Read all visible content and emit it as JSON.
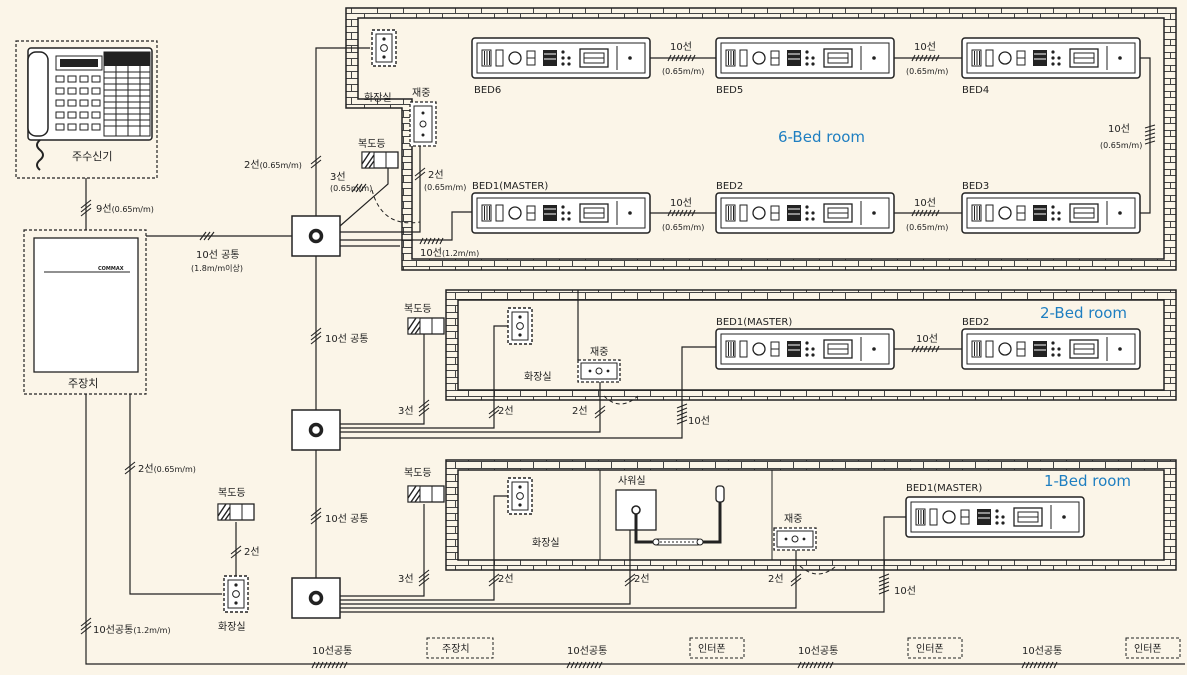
{
  "colors": {
    "background": "#fbf5e8",
    "line": "#222222",
    "room_title": "#1f7fc1",
    "wall": "#222222",
    "panel_fill": "#ffffff"
  },
  "devices": {
    "master_phone_label": "주수신기",
    "main_unit_label": "주장치",
    "main_unit_brand": "COMMAX"
  },
  "links": {
    "phone_to_main": "9선",
    "phone_to_main_spec": "(0.65m/m)",
    "main_common": "10선 공통",
    "main_common_spec": "(1.8m/m이상)",
    "junction_to_toilet": "2선",
    "junction_to_toilet_spec": "(0.65m/m)",
    "left_bottom": "2선",
    "left_bottom_spec": "(0.65m/m)",
    "bottom_bus": "10선공통",
    "bottom_bus_spec": "(1.2m/m)",
    "trunk_upper": "10선 공통",
    "trunk_lower": "10선 공통"
  },
  "left_small": {
    "corridor_lamp": "복도등",
    "line": "2선",
    "toilet": "화장실"
  },
  "room6": {
    "title": "6-Bed room",
    "toilet": "화장실",
    "reset": "재중",
    "corridor_lamp": "복도등",
    "corridor_line": "3선",
    "corridor_line_spec": "(0.65m/m)",
    "reset_line": "2선",
    "reset_line_spec": "(0.65m/m)",
    "bed_line_label": "10선",
    "bed_line_spec": "(0.65m/m)",
    "feed_line": "10선",
    "feed_line_spec": "(1.2m/m)",
    "beds": [
      "BED6",
      "BED5",
      "BED4",
      "BED1(MASTER)",
      "BED2",
      "BED3"
    ]
  },
  "room2": {
    "title": "2-Bed room",
    "toilet": "화장실",
    "reset": "재중",
    "corridor_lamp": "복도등",
    "line_3": "3선",
    "line_2a": "2선",
    "line_2b": "2선",
    "line_10": "10선",
    "bed_line_label": "10선",
    "beds": [
      "BED1(MASTER)",
      "BED2"
    ]
  },
  "room1": {
    "title": "1-Bed room",
    "toilet": "화장실",
    "shower": "사워실",
    "reset": "재중",
    "corridor_lamp": "복도등",
    "line_3": "3선",
    "line_2a": "2선",
    "line_2b": "2선",
    "line_2c": "2선",
    "line_10": "10선",
    "beds": [
      "BED1(MASTER)"
    ]
  },
  "footer": {
    "bus_labels": [
      "10선공통",
      "10선공통",
      "10선공통",
      "10선공통"
    ],
    "boxes": [
      "주장치",
      "인터폰",
      "인터폰",
      "인터폰"
    ]
  }
}
